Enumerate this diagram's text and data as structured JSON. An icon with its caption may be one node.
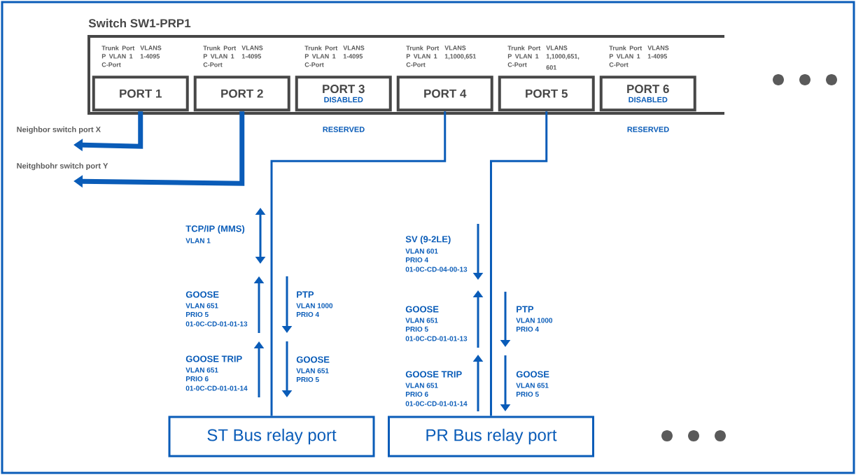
{
  "diagram": {
    "nodes": [
      {
        "text": [
          "Switch SW1-PRP1"
        ]
      },
      {
        "text": [
          "PORT 1"
        ],
        "in": 0,
        "beside": [
          "Trunk Port",
          "VLANS",
          "P VLAN 1",
          "1-4095",
          "C-Port"
        ]
      },
      {
        "text": [
          "PORT 2"
        ],
        "in": 0,
        "beside": [
          "Trunk Port",
          "VLANS",
          "P VLAN 1",
          "1-4095",
          "C-Port"
        ]
      },
      {
        "text": [
          "PORT 3",
          "DISABLED"
        ],
        "in": 0,
        "beside": [
          "Trunk Port",
          "VLANS",
          "P VLAN 1",
          "1-4095",
          "C-Port",
          "RESERVED"
        ]
      },
      {
        "text": [
          "PORT 4"
        ],
        "in": 0,
        "beside": [
          "Trunk Port",
          "VLANS",
          "P VLAN 1",
          "1,1000,651",
          "C-Port"
        ]
      },
      {
        "text": [
          "PORT 5"
        ],
        "in": 0,
        "beside": [
          "Trunk Port",
          "VLANS",
          "P VLAN 1",
          "1,1000,651, 601",
          "C-Port"
        ]
      },
      {
        "text": [
          "PORT 6",
          "DISABLED"
        ],
        "in": 0,
        "beside": [
          "Trunk Port",
          "VLANS",
          "P VLAN 1",
          "1-4095",
          "C-Port",
          "RESERVED"
        ]
      },
      {
        "text": [
          "Neighbor switch port X"
        ]
      },
      {
        "text": [
          "Neitghbohr switch port Y"
        ]
      },
      {
        "text": [
          "ST Bus relay port"
        ]
      },
      {
        "text": [
          "PR Bus relay port"
        ]
      }
    ],
    "edges": [
      {
        "from": 1,
        "to": 7,
        "arrow": "to",
        "style": "thick"
      },
      {
        "from": 2,
        "to": 8,
        "arrow": "to",
        "style": "thick"
      },
      {
        "from": 4,
        "to": 9,
        "arrow": "none"
      },
      {
        "from": 5,
        "to": 10,
        "arrow": "none"
      }
    ],
    "labels": [
      "TCP/IP (MMS)",
      "VLAN 1",
      "GOOSE",
      "VLAN 651",
      "PRIO 5",
      "01-0C-CD-01-01-13",
      "PTP",
      "VLAN 1000",
      "PRIO 4",
      "GOOSE TRIP",
      "VLAN 651",
      "PRIO 6",
      "01-0C-CD-01-01-14",
      "GOOSE",
      "VLAN 651",
      "PRIO 5",
      "SV (9-2LE)",
      "VLAN 601",
      "PRIO 4",
      "01-0C-CD-04-00-13",
      "GOOSE",
      "VLAN 651",
      "PRIO 5",
      "01-0C-CD-01-01-13",
      "PTP",
      "VLAN 1000",
      "PRIO 4",
      "GOOSE TRIP",
      "VLAN 651",
      "PRIO 6",
      "01-0C-CD-01-01-14",
      "GOOSE",
      "VLAN 651",
      "PRIO 5"
    ]
  }
}
